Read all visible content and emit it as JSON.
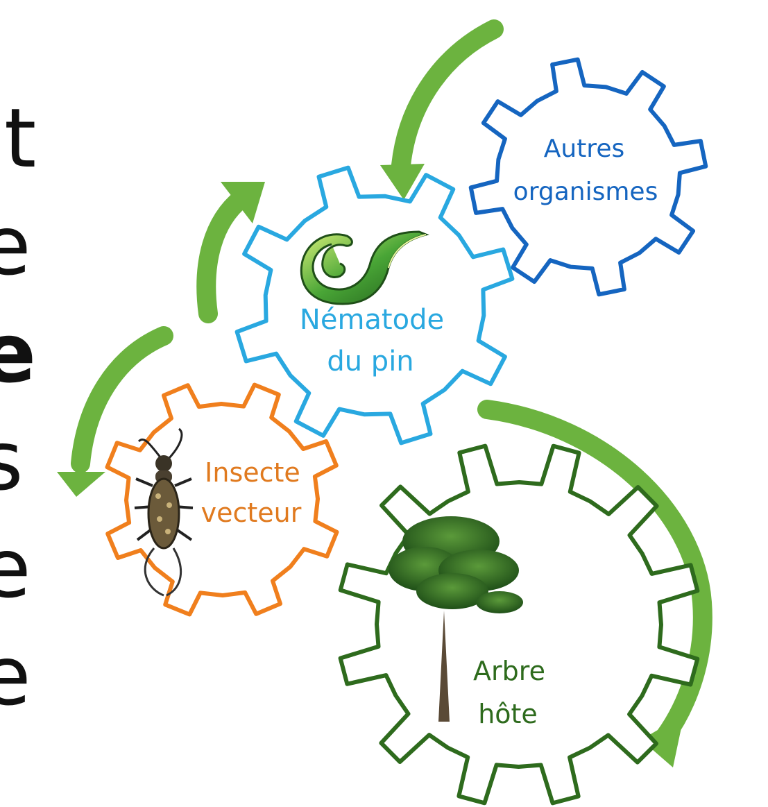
{
  "side_text": {
    "letters": [
      "t",
      "e",
      "e",
      "s",
      "e",
      "e"
    ]
  },
  "colors": {
    "arrow": "#6cb33f",
    "gear_other_organisms": "#1565c0",
    "gear_nematode": "#29a8e0",
    "gear_insect": "#f07f1d",
    "gear_tree": "#2e6b1d",
    "side_text": "#111111"
  },
  "gears": {
    "other_organisms": {
      "line1": "Autres",
      "line2": "organismes"
    },
    "nematode": {
      "line1": "Nématode",
      "line2": "du pin",
      "icon": "nematode-worm"
    },
    "insect": {
      "line1": "Insecte",
      "line2": "vecteur",
      "icon": "longhorn-beetle"
    },
    "tree": {
      "line1": "Arbre",
      "line2": "hôte",
      "icon": "pine-tree"
    }
  }
}
